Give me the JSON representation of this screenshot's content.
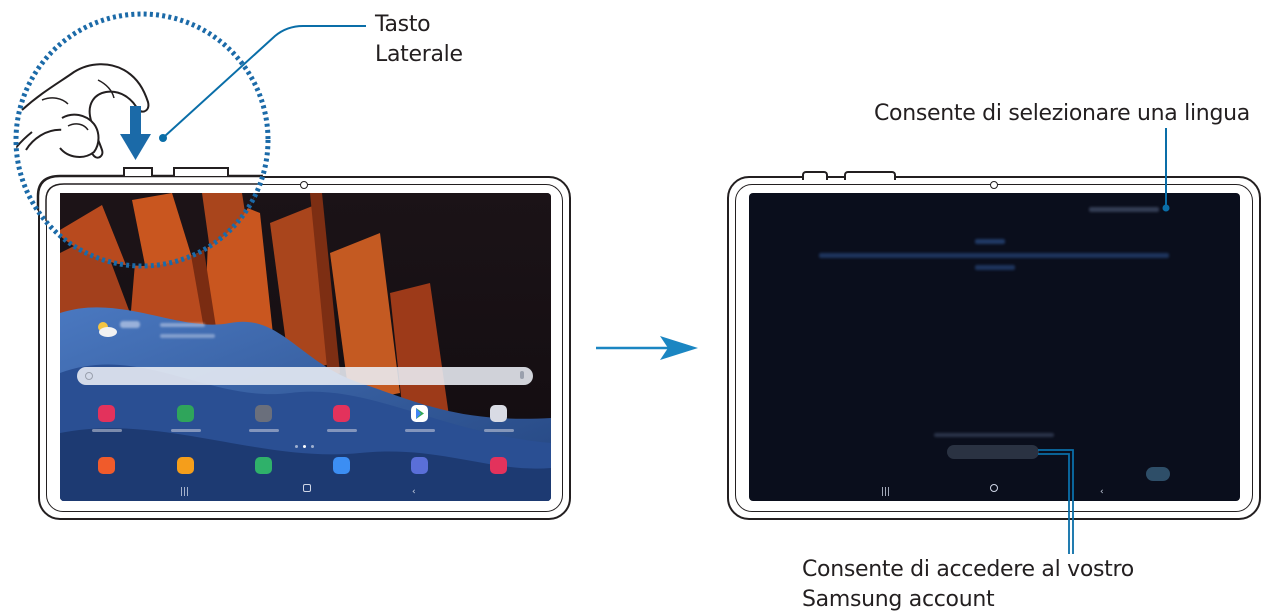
{
  "labels": {
    "side_key_line1": "Tasto",
    "side_key_line2": "Laterale",
    "language": "Consente di selezionare una lingua",
    "account_line1": "Consente di accedere al vostro",
    "account_line2": "Samsung account"
  },
  "colors": {
    "callout_blue": "#0a6ea8",
    "arrow_blue": "#1b86c2",
    "dark_screen": "#0a0e1c",
    "outline": "#231f20"
  }
}
